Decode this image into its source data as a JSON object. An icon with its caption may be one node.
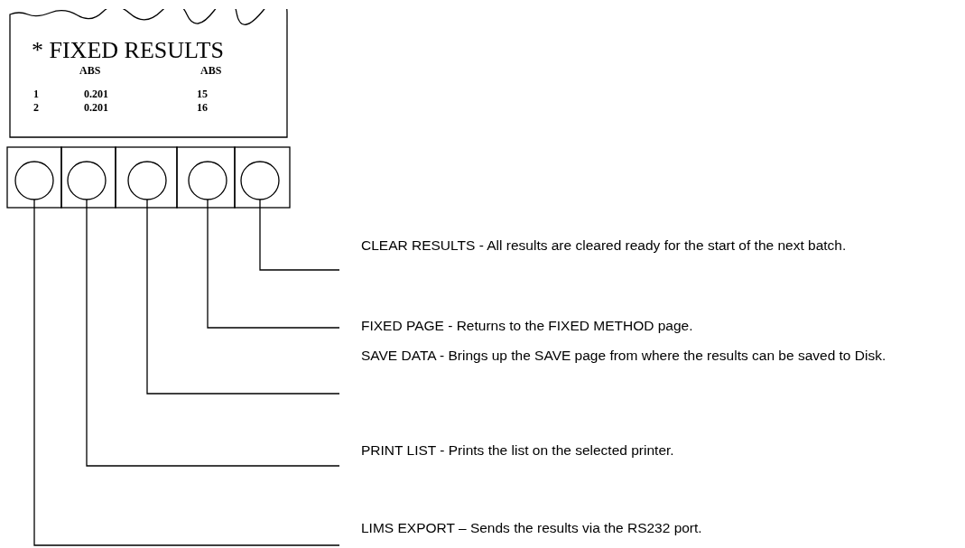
{
  "diagram": {
    "nodes": [
      {
        "text": [
          "* FIXED RESULTS"
        ]
      },
      {
        "text": [],
        "shape": "circle"
      },
      {
        "text": [],
        "shape": "circle"
      },
      {
        "text": [],
        "shape": "circle"
      },
      {
        "text": [],
        "shape": "circle"
      },
      {
        "text": [],
        "shape": "circle"
      },
      {
        "text": [
          "CLEAR RESULTS - All results are cleared ready for the start of the next batch."
        ]
      },
      {
        "text": [
          "FIXED PAGE - Returns to the FIXED METHOD page."
        ]
      },
      {
        "text": [
          "SAVE DATA - Brings up the SAVE page from where the results can be saved to Disk."
        ]
      },
      {
        "text": [
          "PRINT LIST - Prints the list on the selected printer."
        ]
      },
      {
        "text": [
          "LIMS EXPORT – Sends the results via the RS232 port."
        ]
      }
    ],
    "edges": [
      {
        "from": 6,
        "to": 5,
        "arrow": "none"
      },
      {
        "from": 7,
        "to": 4,
        "arrow": "none"
      },
      {
        "from": 8,
        "to": 3,
        "arrow": "none"
      },
      {
        "from": 9,
        "to": 2,
        "arrow": "none"
      },
      {
        "from": 10,
        "to": 1,
        "arrow": "none"
      }
    ],
    "labels": [
      "ABS",
      "ABS",
      "1",
      "0.201",
      "15",
      "2",
      "0.201",
      "16"
    ]
  }
}
